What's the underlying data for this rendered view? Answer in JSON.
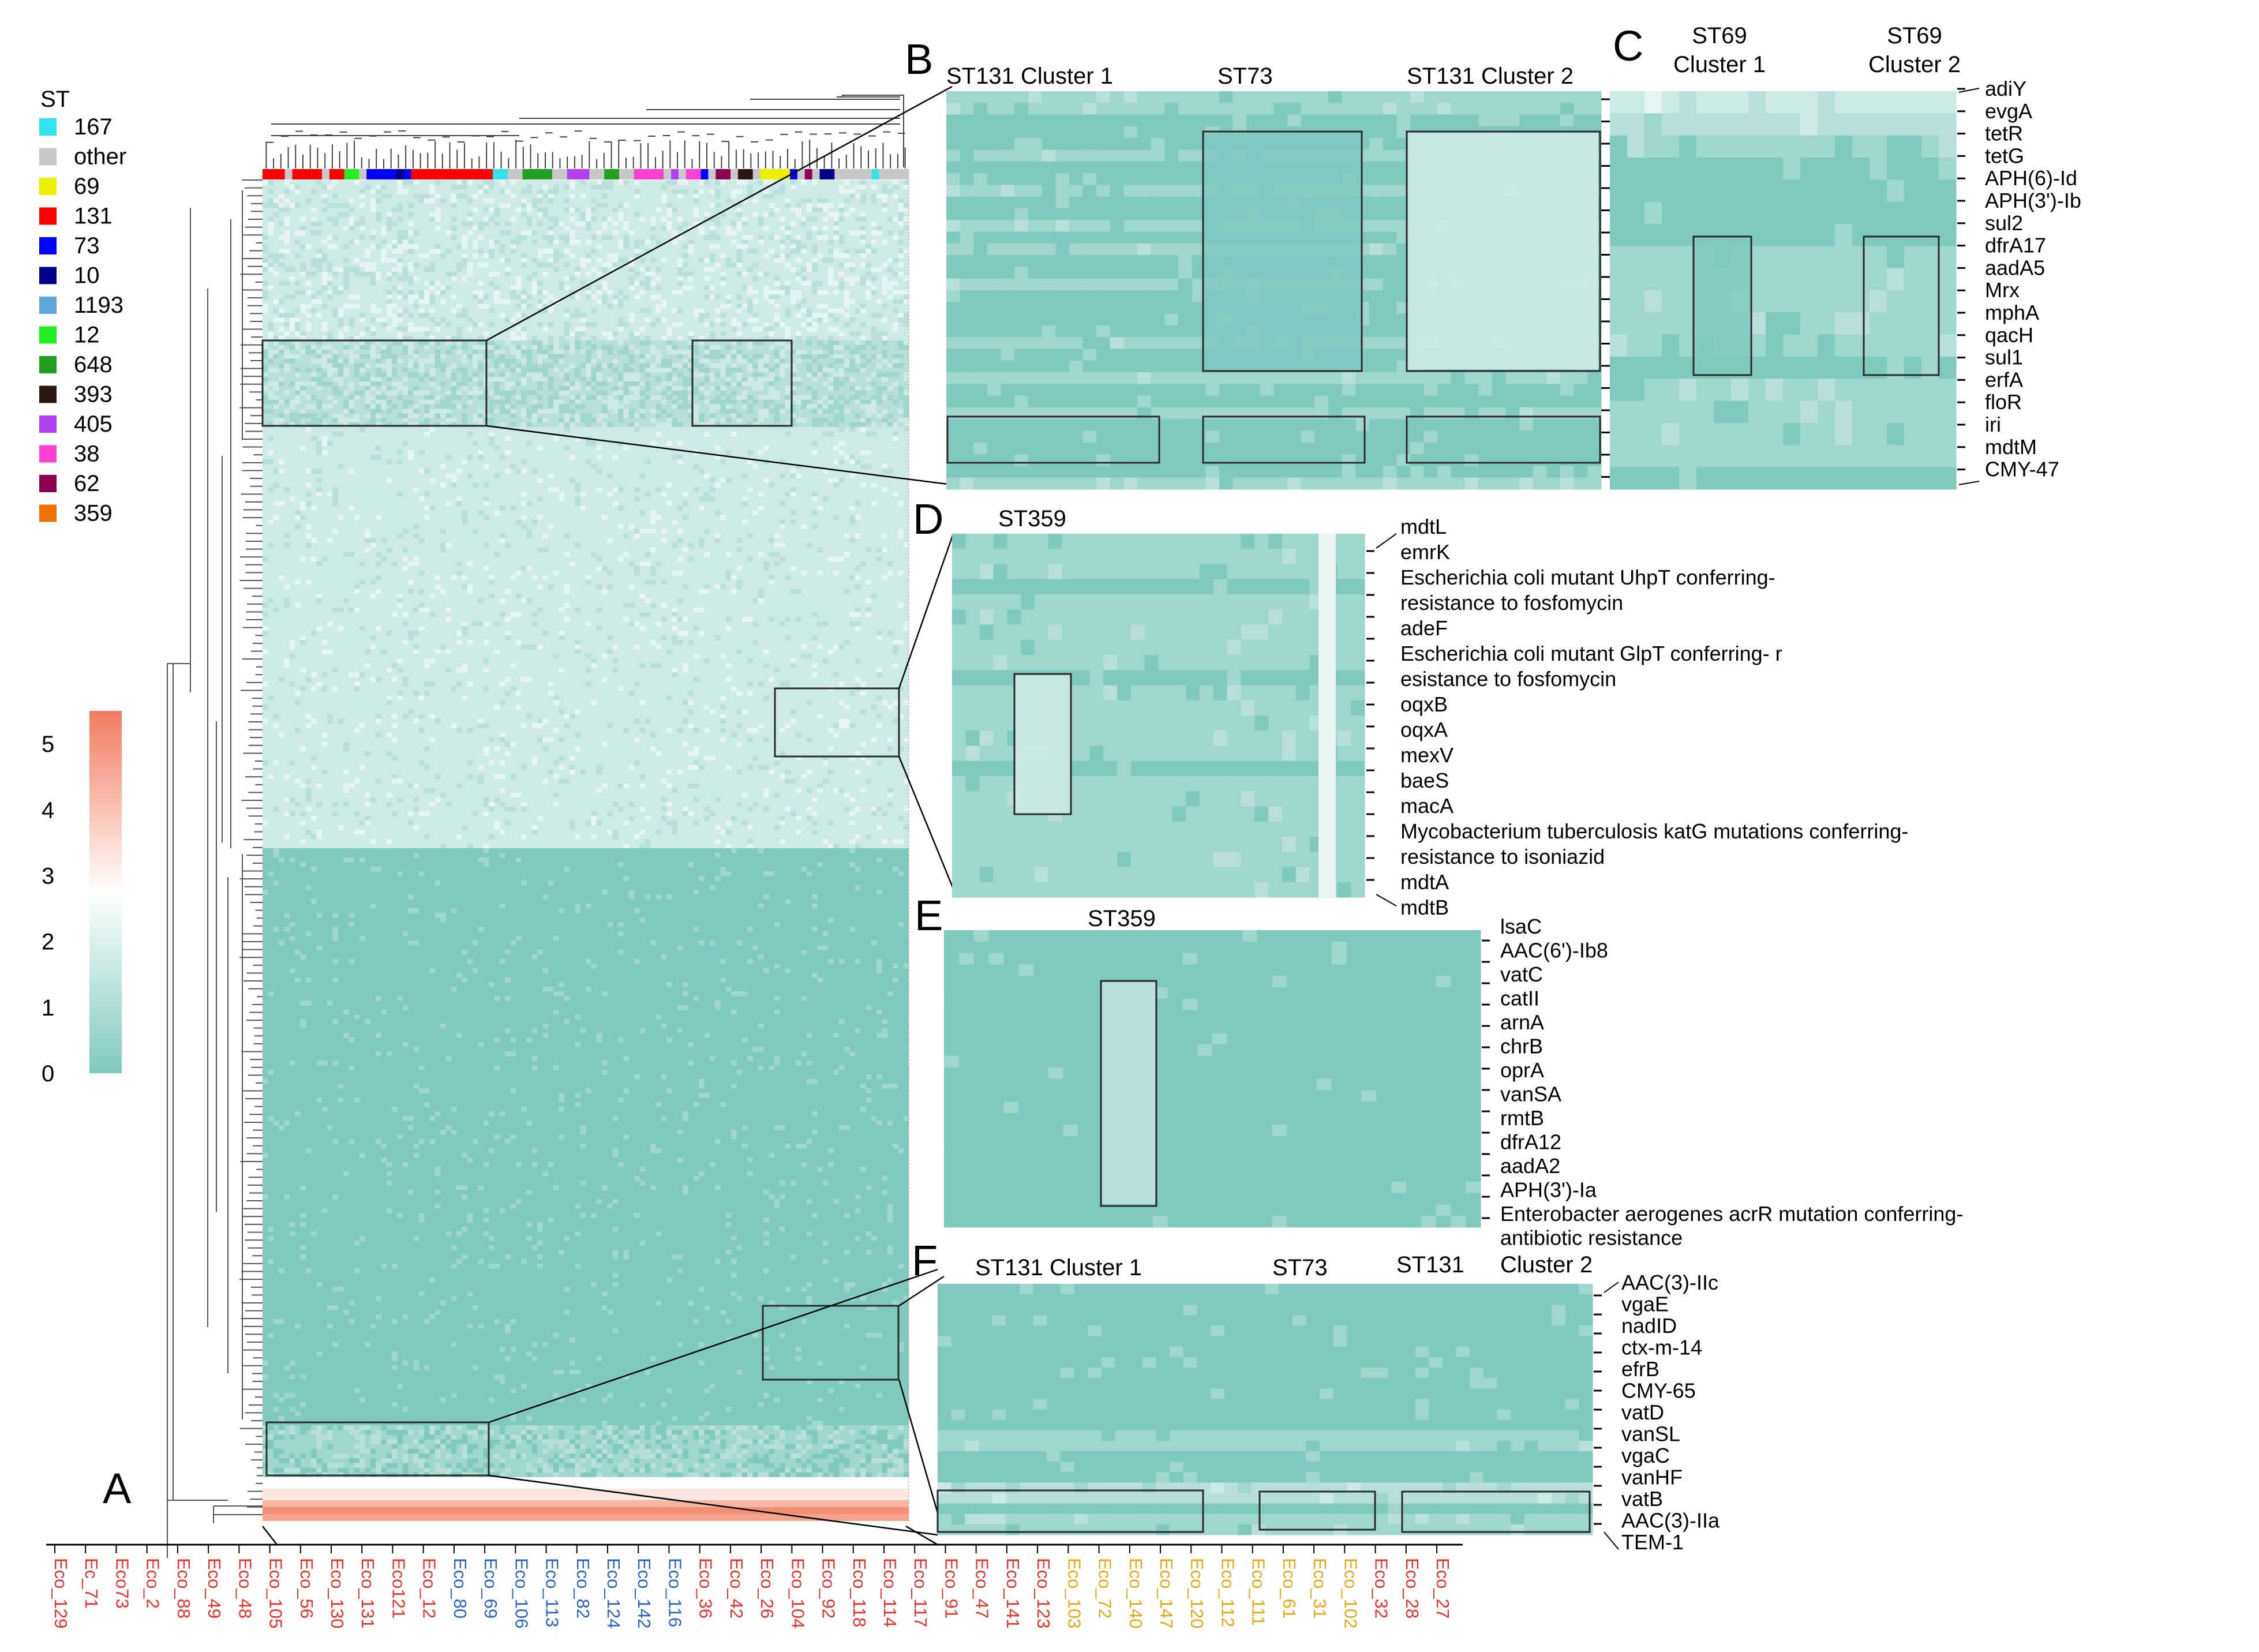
{
  "colors": {
    "low": "#80c9bf",
    "mid": "#f4fbfa",
    "high": "#f37a5f",
    "frame": "#2b2b2b"
  },
  "legend_st": {
    "title": "ST",
    "items": [
      {
        "label": "167",
        "color": "#33e4ee"
      },
      {
        "label": "other",
        "color": "#c8c8c8"
      },
      {
        "label": "69",
        "color": "#eeee00"
      },
      {
        "label": "131",
        "color": "#ff0000"
      },
      {
        "label": "73",
        "color": "#0000ff"
      },
      {
        "label": "10",
        "color": "#00008b"
      },
      {
        "label": "1193",
        "color": "#5ea5d8"
      },
      {
        "label": "12",
        "color": "#22ee22"
      },
      {
        "label": "648",
        "color": "#22a022"
      },
      {
        "label": "393",
        "color": "#2a1810"
      },
      {
        "label": "405",
        "color": "#b040f0"
      },
      {
        "label": "38",
        "color": "#ff40d0"
      },
      {
        "label": "62",
        "color": "#8b0050"
      },
      {
        "label": "359",
        "color": "#f07000"
      }
    ]
  },
  "colorbar": {
    "ticks": [
      "5",
      "4",
      "3",
      "2",
      "1",
      "0"
    ],
    "min": 0,
    "max": 5.5
  },
  "panel_labels": {
    "A": "A",
    "B": "B",
    "C": "C",
    "D": "D",
    "E": "E",
    "F": "F"
  },
  "panel_B": {
    "titles": [
      "ST131 Cluster 1",
      "ST73",
      "ST131 Cluster 2"
    ]
  },
  "panel_C": {
    "titles": [
      [
        "ST69",
        "Cluster 1"
      ],
      [
        "ST69",
        "Cluster 2"
      ]
    ],
    "genes": [
      "adiY",
      "evgA",
      "tetR",
      "tetG",
      "APH(6)-Id",
      "APH(3')-Ib",
      "sul2",
      "dfrA17",
      "aadA5",
      "Mrx",
      "mphA",
      "qacH",
      "sul1",
      "erfA",
      "floR",
      "iri",
      "mdtM",
      "CMY-47"
    ]
  },
  "panel_D": {
    "title": "ST359",
    "genes": [
      "mdtL",
      "emrK",
      "Escherichia coli mutant UhpT conferring-",
      "resistance to fosfomycin",
      "adeF",
      "Escherichia coli mutant GlpT conferring- r",
      "esistance to fosfomycin",
      "oqxB",
      "oqxA",
      "mexV",
      "baeS",
      "macA",
      "Mycobacterium tuberculosis katG mutations conferring-",
      "resistance to isoniazid",
      "mdtA",
      "mdtB"
    ]
  },
  "panel_E": {
    "title": "ST359",
    "genes": [
      "lsaC",
      "AAC(6')-Ib8",
      "vatC",
      "catII",
      "arnA",
      "chrB",
      "oprA",
      "vanSA",
      "rmtB",
      "dfrA12",
      "aadA2",
      "APH(3')-Ia",
      "Enterobacter aerogenes acrR mutation conferring-",
      "antibiotic resistance"
    ]
  },
  "panel_F": {
    "titles": [
      "ST131 Cluster 1",
      "ST73",
      "ST131",
      "Cluster 2"
    ],
    "genes": [
      "AAC(3)-IIc",
      "vgaE",
      "nadID",
      "ctx-m-14",
      "efrB",
      "CMY-65",
      "vatD",
      "vanSL",
      "vgaC",
      "vanHF",
      "vatB",
      "AAC(3)-IIa",
      "TEM-1"
    ]
  },
  "samples": [
    {
      "label": "Eco_129",
      "color": "#e8312a"
    },
    {
      "label": "Ec_71",
      "color": "#e8312a"
    },
    {
      "label": "Eco73",
      "color": "#e8312a"
    },
    {
      "label": "Eco_2",
      "color": "#e8312a"
    },
    {
      "label": "Eco_88",
      "color": "#e8312a"
    },
    {
      "label": "Eco_49",
      "color": "#e8312a"
    },
    {
      "label": "Eco_48",
      "color": "#e8312a"
    },
    {
      "label": "Eco_105",
      "color": "#e8312a"
    },
    {
      "label": "Eco_56",
      "color": "#e8312a"
    },
    {
      "label": "Eco_130",
      "color": "#e8312a"
    },
    {
      "label": "Eco_131",
      "color": "#e8312a"
    },
    {
      "label": "Eco121",
      "color": "#e8312a"
    },
    {
      "label": "Eco_12",
      "color": "#e8312a"
    },
    {
      "label": "Eco_80",
      "color": "#2a62c8"
    },
    {
      "label": "Eco_69",
      "color": "#2a62c8"
    },
    {
      "label": "Eco_106",
      "color": "#2a62c8"
    },
    {
      "label": "Eco_113",
      "color": "#2a62c8"
    },
    {
      "label": "Eco_82",
      "color": "#2a62c8"
    },
    {
      "label": "Eco_124",
      "color": "#2a62c8"
    },
    {
      "label": "Eco_142",
      "color": "#2a62c8"
    },
    {
      "label": "Eco_116",
      "color": "#2a62c8"
    },
    {
      "label": "Eco_36",
      "color": "#e8312a"
    },
    {
      "label": "Eco_42",
      "color": "#e8312a"
    },
    {
      "label": "Eco_26",
      "color": "#e8312a"
    },
    {
      "label": "Eco_104",
      "color": "#e8312a"
    },
    {
      "label": "Eco_92",
      "color": "#e8312a"
    },
    {
      "label": "Eco_118",
      "color": "#e8312a"
    },
    {
      "label": "Eco_114",
      "color": "#e8312a"
    },
    {
      "label": "Eco_117",
      "color": "#e8312a"
    },
    {
      "label": "Eco_91",
      "color": "#e8312a"
    },
    {
      "label": "Eco_47",
      "color": "#e8312a"
    },
    {
      "label": "Eco_141",
      "color": "#e8312a"
    },
    {
      "label": "Eco_123",
      "color": "#e8312a"
    },
    {
      "label": "Eco_103",
      "color": "#e8a814"
    },
    {
      "label": "Eco_72",
      "color": "#e8a814"
    },
    {
      "label": "Eco_140",
      "color": "#e8a814"
    },
    {
      "label": "Eco_147",
      "color": "#e8a814"
    },
    {
      "label": "Eco_120",
      "color": "#e8a814"
    },
    {
      "label": "Eco_112",
      "color": "#e8a814"
    },
    {
      "label": "Eco_111",
      "color": "#e8a814"
    },
    {
      "label": "Eco_61",
      "color": "#e8a814"
    },
    {
      "label": "Eco_31",
      "color": "#e8a814"
    },
    {
      "label": "Eco_102",
      "color": "#e8a814"
    },
    {
      "label": "Eco_32",
      "color": "#e8312a"
    },
    {
      "label": "Eco_28",
      "color": "#e8312a"
    },
    {
      "label": "Eco_27",
      "color": "#e8312a"
    }
  ]
}
